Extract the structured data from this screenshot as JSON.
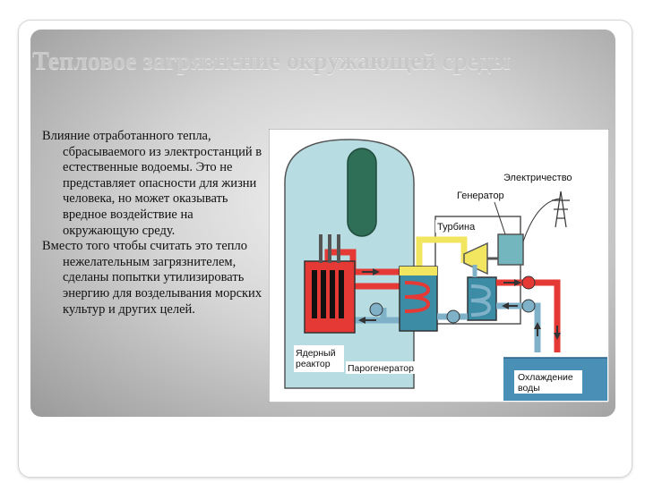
{
  "slide": {
    "title": "Тепловое загрязнение окружающей среды",
    "paragraphs": [
      "Влияние отработанного тепла, сбрасываемого из электростанций в естественные водоемы. Это не представляет опасности для жизни человека, но может оказывать вредное воздействие на окружающую среду.",
      "Вместо того чтобы считать это тепло нежелательным загрязнителем, сделаны попытки утилизировать энергию для возделывания морских культур и других целей."
    ]
  },
  "diagram": {
    "labels": {
      "electricity": "Электричество",
      "generator": "Генератор",
      "turbine": "Турбина",
      "reactor": "Ядерный реактор",
      "steam_generator": "Парогенератор",
      "cooling_water": "Охлаждение воды"
    },
    "colors": {
      "hot_water": "#e53935",
      "cold_water": "#7fb2c8",
      "steam": "#f2e661",
      "containment": "#b7dde3",
      "cooling_pool": "#4a8fb5"
    }
  }
}
